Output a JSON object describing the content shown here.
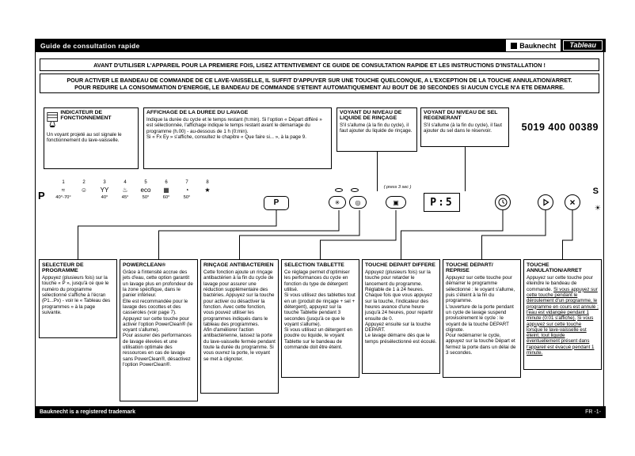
{
  "header": {
    "title": "Guide de consultation rapide",
    "brand": "Bauknecht",
    "series": "Tableau"
  },
  "notices": {
    "first": "AVANT D'UTILISER L'APPAREIL POUR LA PREMIERE FOIS, LISEZ ATTENTIVEMENT CE GUIDE DE CONSULTATION RAPIDE ET LES INSTRUCTIONS D'INSTALLATION !",
    "second": "POUR ACTIVER LE BANDEAU DE COMMANDE DE CE LAVE-VAISSELLE, IL SUFFIT D'APPUYER SUR UNE TOUCHE QUELCONQUE, A L'EXCEPTION DE LA TOUCHE ANNULATION/ARRET.\nPOUR REDUIRE LA CONSOMMATION D'ENERGIE, LE BANDEAU DE COMMANDE S'ETEINT AUTOMATIQUEMENT AU BOUT DE 30 SECONDES SI AUCUN CYCLE N'A ETE DEMARRE."
  },
  "info_boxes": [
    {
      "title": "INDICATEUR DE FONCTIONNEMENT",
      "body": "Un voyant projeté au sol signale le fonctionnement du lave-vaisselle."
    },
    {
      "title": "AFFICHAGE DE LA DUREE DU LAVAGE",
      "body": "Indique la durée du cycle et le temps restant (h:min). Si l'option « Départ différé » est sélectionnée, l'affichage indique le temps restant avant le démarrage du programme (h.00) - au-dessous de 1 h (0:min).\nSi « Fx Ey » s'affiche, consultez le chapitre « Que faire si... », à la page 9."
    },
    {
      "title": "VOYANT DU NIVEAU DE LIQUIDE DE RINÇAGE",
      "body": "S'il s'allume (à la fin du cycle), il faut ajouter du liquide de rinçage."
    },
    {
      "title": "VOYANT DU NIVEAU DE SEL REGENERANT",
      "body": "S'il s'allume (à la fin du cycle), il faut ajouter du sel dans le réservoir."
    }
  ],
  "part_number": "5019 400 00389",
  "panel": {
    "selector_label": "P",
    "programs": [
      {
        "num": "1",
        "glyph": "≈",
        "temp": "40°-70°"
      },
      {
        "num": "2",
        "glyph": "☺",
        "temp": ""
      },
      {
        "num": "3",
        "glyph": "YY",
        "temp": "40°"
      },
      {
        "num": "4",
        "glyph": "♨",
        "temp": "45°"
      },
      {
        "num": "5",
        "glyph": "eco",
        "temp": "50°"
      },
      {
        "num": "6",
        "glyph": "▦",
        "temp": "60°"
      },
      {
        "num": "7",
        "glyph": "◔",
        "temp": "50°"
      },
      {
        "num": "8",
        "glyph": "★",
        "temp": ""
      }
    ],
    "p_button_label": "P",
    "powerclean_glyph": "✳",
    "antibacterial_glyph": "◎",
    "tablet_glyph": "▣",
    "press_hint": "( press 3 sec )",
    "display_value": "P:5",
    "cancel_glyph": "×",
    "right_label": "S",
    "floor_light_glyph": "☀"
  },
  "features": [
    {
      "title": "SELECTEUR DE PROGRAMME",
      "body": "Appuyez (plusieurs fois) sur la touche « P », jusqu'à ce que le numéro du programme sélectionné s'affiche à l'écran (P1...Px) - voir le « Tableau des programmes » à la page suivante."
    },
    {
      "title": "POWERCLEAN®",
      "body": "Grâce à l'intensité accrue des jets d'eau, cette option garantit un lavage plus en profondeur de la zone spécifique, dans le panier inférieur.\nElle est recommandée pour le lavage des cocottes et des casseroles (voir page 7).\nAppuyez sur cette touche pour activer l'option PowerClean® (le voyant s'allume).\nPour assurer des performances de lavage élevées et une utilisation optimale des ressources en cas de lavage sans PowerClean®, désactivez l'option PowerClean®."
    },
    {
      "title": "RINÇAGE ANTIBACTERIEN",
      "body": "Cette fonction ajoute un rinçage antibactérien à la fin du cycle de lavage pour assurer une réduction supplémentaire des bactéries. Appuyez sur la touche pour activer ou désactiver la fonction. Avec cette fonction, vous pouvez utiliser les programmes indiqués dans le tableau des programmes.\nAfin d'améliorer l'action antibactérienne, laissez la porte du lave-vaisselle fermée pendant toute la durée du programme. Si vous ouvrez la porte, le voyant se met à clignoter."
    },
    {
      "title": "SELECTION TABLETTE",
      "body": "Ce réglage permet d'optimiser les performances du cycle en fonction du type de détergent utilisé.\nSi vous utilisez des tablettes tout en un (produit de rinçage + sel + détergent), appuyez sur la touche Tablette pendant 3 secondes (jusqu'à ce que le voyant s'allume).\nSi vous utilisez un détergent en poudre ou liquide, le voyant Tablette sur le bandeau de commande doit être éteint."
    },
    {
      "title": "TOUCHE DEPART DIFFERE",
      "body": "Appuyez (plusieurs fois) sur la touche pour retarder le lancement du programme. Réglable de 1 à 24 heures.\nChaque fois que vous appuyez sur la touche, l'indicateur des heures avance d'une heure jusqu'à 24 heures, pour repartir ensuite de 0.\nAppuyez ensuite sur la touche DEPART.\nLe lavage démarre dès que le temps présélectionné est écoulé."
    },
    {
      "title": "TOUCHE DEPART/ REPRISE",
      "body": "Appuyez sur cette touche pour démarrer le programme sélectionné : le voyant s'allume, puis s'éteint à la fin du programme.\nL'ouverture de la porte pendant un cycle de lavage suspend provisoirement le cycle : le voyant de la touche DEPART clignote.\nPour redémarrer le cycle, appuyez sur la touche Départ et fermez la porte dans un délai de 3 secondes."
    },
    {
      "title": "TOUCHE ANNULATION/ARRET",
      "intro": "Appuyez sur cette touche pour éteindre le bandeau de commande.",
      "underline1": "Si vous appuyez sur cette touche pendant le déroulement d'un programme, le programme en cours est annulé ; l'eau est vidangée pendant 1 minute (0:01 s'affiche).",
      "underline2": "Si vous appuyez sur cette touche lorsque le lave-vaisselle est éteint, tout liquide éventuellement présent dans l'appareil est évacué pendant 1 minute."
    }
  ],
  "footer": {
    "left": "Bauknecht is a registered trademark",
    "right": "FR -1-"
  }
}
